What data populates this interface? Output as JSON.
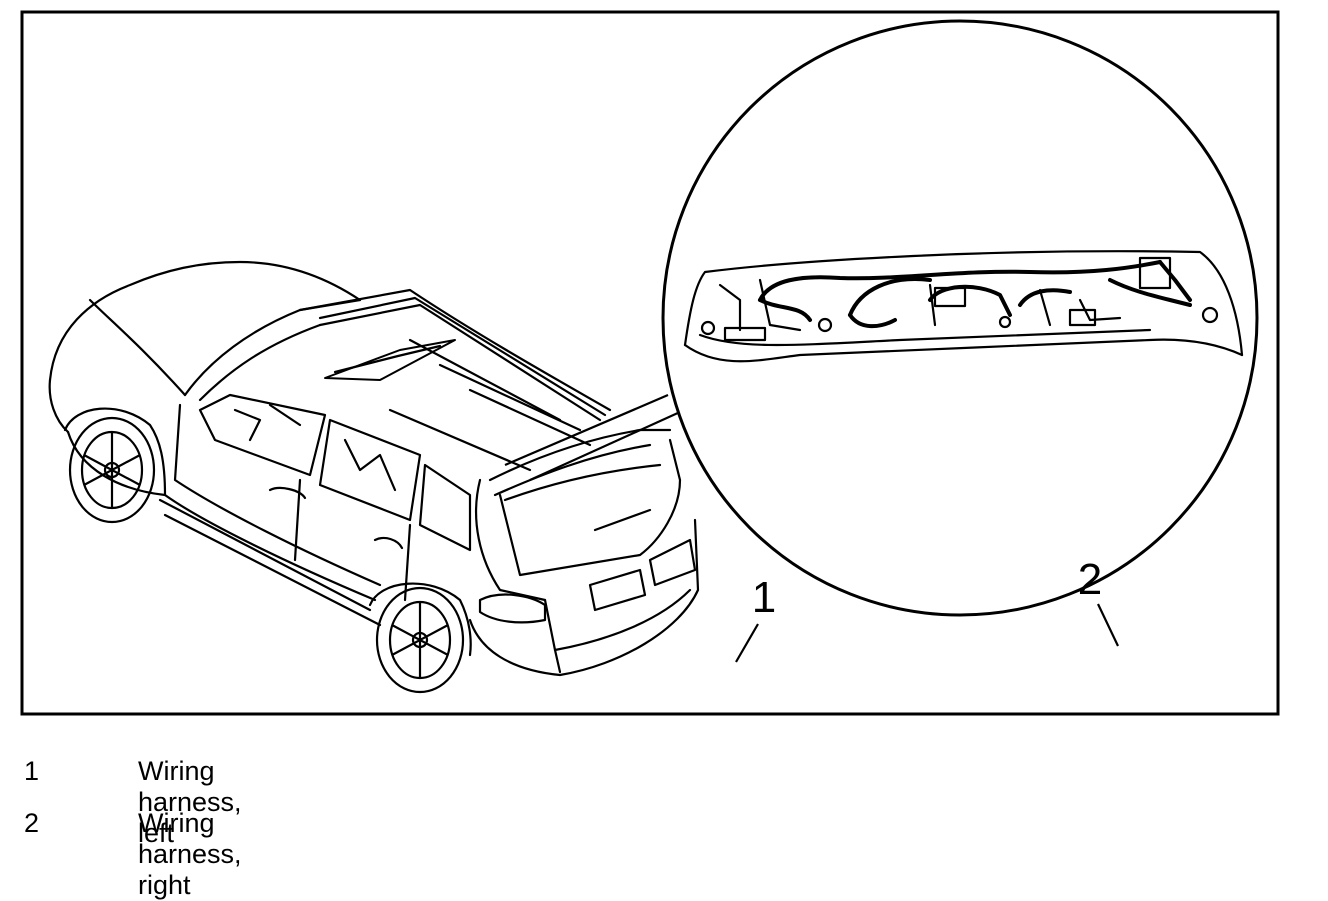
{
  "callouts": [
    {
      "id": "1",
      "label": "1"
    },
    {
      "id": "2",
      "label": "2"
    }
  ],
  "legend": [
    {
      "number": "1",
      "text": "Wiring harness, left"
    },
    {
      "number": "2",
      "text": "Wiring harness, right"
    }
  ]
}
